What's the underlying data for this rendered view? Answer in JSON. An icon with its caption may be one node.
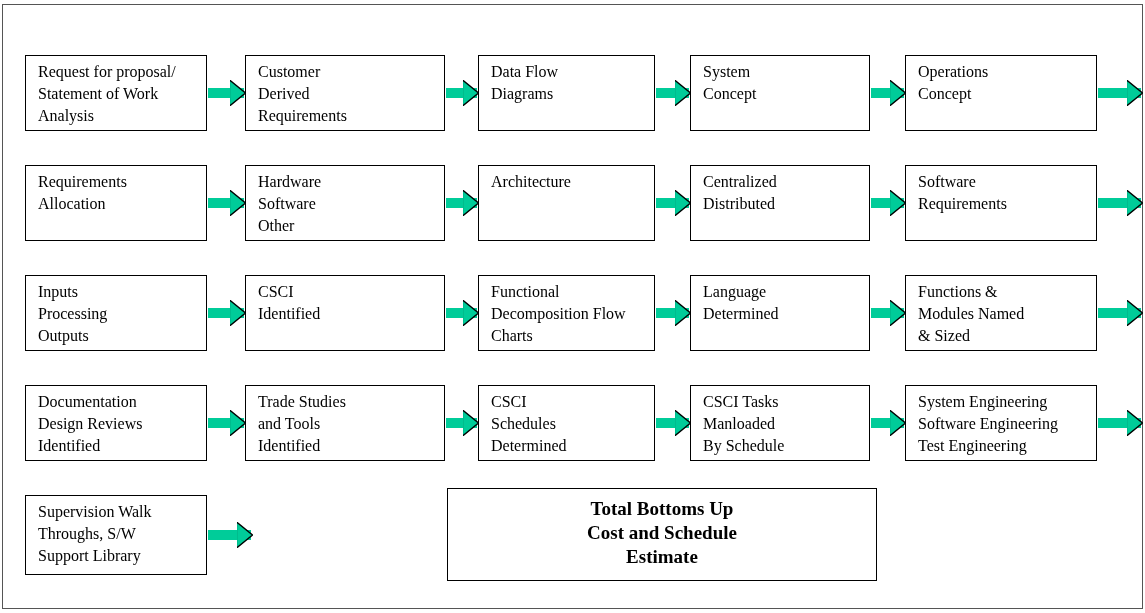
{
  "diagram": {
    "nodes": [
      {
        "text": [
          "Request for proposal/ Statement of Work Analysis"
        ]
      },
      {
        "text": [
          "Customer Derived Requirements"
        ]
      },
      {
        "text": [
          "Data Flow Diagrams"
        ]
      },
      {
        "text": [
          "System Concept"
        ]
      },
      {
        "text": [
          "Operations Concept"
        ]
      },
      {
        "text": [
          "Requirements Allocation"
        ]
      },
      {
        "text": [
          "Hardware Software Other"
        ]
      },
      {
        "text": [
          "Architecture"
        ]
      },
      {
        "text": [
          "Centralized Distributed"
        ]
      },
      {
        "text": [
          "Software Requirements"
        ]
      },
      {
        "text": [
          "Inputs Processing Outputs"
        ]
      },
      {
        "text": [
          "CSCI Identified"
        ]
      },
      {
        "text": [
          "Functional Decomposition Flow Charts"
        ]
      },
      {
        "text": [
          "Language Determined"
        ]
      },
      {
        "text": [
          "Functions & Modules Named & Sized"
        ]
      },
      {
        "text": [
          "Documentation Design Reviews Identified"
        ]
      },
      {
        "text": [
          "Trade Studies and Tools Identified"
        ]
      },
      {
        "text": [
          "CSCI Schedules Determined"
        ]
      },
      {
        "text": [
          "CSCI Tasks Manloaded By Schedule"
        ]
      },
      {
        "text": [
          "System Engineering Software Engineering Test Engineering"
        ]
      },
      {
        "text": [
          "Supervision Walk Throughs, S/W Support Library"
        ]
      },
      {
        "text": [
          "Total Bottoms Up Cost and Schedule Estimate"
        ]
      }
    ],
    "edges": [
      {
        "from": 0,
        "to": 1,
        "arrow": "to"
      },
      {
        "from": 1,
        "to": 2,
        "arrow": "to"
      },
      {
        "from": 2,
        "to": 3,
        "arrow": "to"
      },
      {
        "from": 3,
        "to": 4,
        "arrow": "to"
      },
      {
        "from": 4,
        "to": null,
        "arrow": "to"
      },
      {
        "from": 5,
        "to": 6,
        "arrow": "to"
      },
      {
        "from": 6,
        "to": 7,
        "arrow": "to"
      },
      {
        "from": 7,
        "to": 8,
        "arrow": "to"
      },
      {
        "from": 8,
        "to": 9,
        "arrow": "to"
      },
      {
        "from": 9,
        "to": null,
        "arrow": "to"
      },
      {
        "from": 10,
        "to": 11,
        "arrow": "to"
      },
      {
        "from": 11,
        "to": 12,
        "arrow": "to"
      },
      {
        "from": 12,
        "to": 13,
        "arrow": "to"
      },
      {
        "from": 13,
        "to": 14,
        "arrow": "to"
      },
      {
        "from": 14,
        "to": null,
        "arrow": "to"
      },
      {
        "from": 15,
        "to": 16,
        "arrow": "to"
      },
      {
        "from": 16,
        "to": 17,
        "arrow": "to"
      },
      {
        "from": 17,
        "to": 18,
        "arrow": "to"
      },
      {
        "from": 18,
        "to": 19,
        "arrow": "to"
      },
      {
        "from": 19,
        "to": null,
        "arrow": "to"
      },
      {
        "from": 20,
        "to": null,
        "arrow": "to"
      }
    ]
  }
}
